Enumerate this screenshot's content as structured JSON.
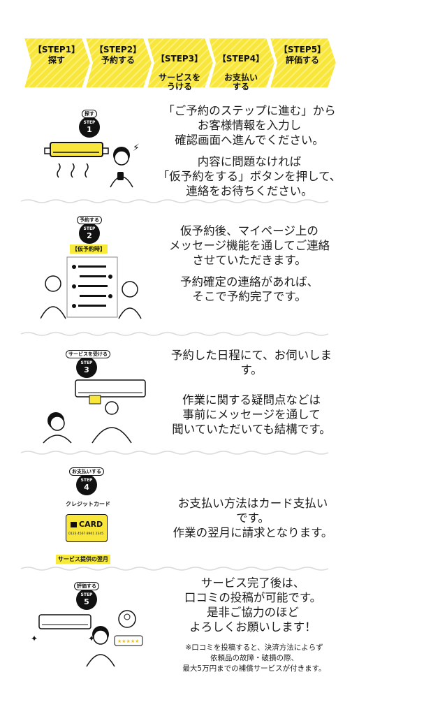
{
  "steps": [
    {
      "tag": "【STEP1】",
      "label": "探す"
    },
    {
      "tag": "【STEP2】",
      "label": "予約する"
    },
    {
      "tag": "【STEP3】",
      "label": "サービスを\nうける"
    },
    {
      "tag": "【STEP4】",
      "label": "お支払い\nする"
    },
    {
      "tag": "【STEP5】",
      "label": "評価する"
    }
  ],
  "badge_word": "STEP",
  "section1": {
    "badge_tag": "探す",
    "badge_num": "1",
    "lines_a": [
      "「ご予約のステップに進む」から",
      "お客様情報を入力し",
      "確認画面へ進んでください。"
    ],
    "lines_b": [
      "内容に問題なければ",
      "「仮予約をする」ボタンを押して、",
      "連絡をお待ちください。"
    ]
  },
  "section2": {
    "badge_tag": "予約する",
    "badge_num": "2",
    "illus_label": "【仮予約時】",
    "lines_a": [
      "仮予約後、マイページ上の",
      "メッセージ機能を通してご連絡",
      "させていただきます。"
    ],
    "lines_b": [
      "予約確定の連絡があれば、",
      "そこで予約完了です。"
    ]
  },
  "section3": {
    "badge_tag": "サービスを受ける",
    "badge_num": "3",
    "lines_a": [
      "予約した日程にて、お伺いしま",
      "す。"
    ],
    "lines_b": [
      "作業に関する疑問点などは",
      "事前にメッセージを通して",
      "聞いていただいても結構です。"
    ]
  },
  "section4": {
    "badge_tag": "お支払いする",
    "badge_num": "4",
    "illus_label": "クレジットカード",
    "card_text": "CARD",
    "card_number": "0123 4567 8901 2345",
    "illus_caption": "サービス提供の翌月",
    "lines_a": [
      "お支払い方法はカード支払い",
      "です。",
      "作業の翌月に請求となります。"
    ]
  },
  "section5": {
    "badge_tag": "評価する",
    "badge_num": "5",
    "lines_a": [
      "サービス完了後は、",
      "口コミの投稿が可能です。",
      "是非ご協力のほど",
      "よろしくお願いします！"
    ],
    "note": [
      "※口コミを投稿すると、決済方法によらず",
      "依頼品の故障・破損の際、",
      "最大5万円までの補償サービスが付きます。"
    ]
  },
  "colors": {
    "accent": "#f8e63a",
    "ink": "#111111",
    "divider": "#d9d9d9"
  }
}
